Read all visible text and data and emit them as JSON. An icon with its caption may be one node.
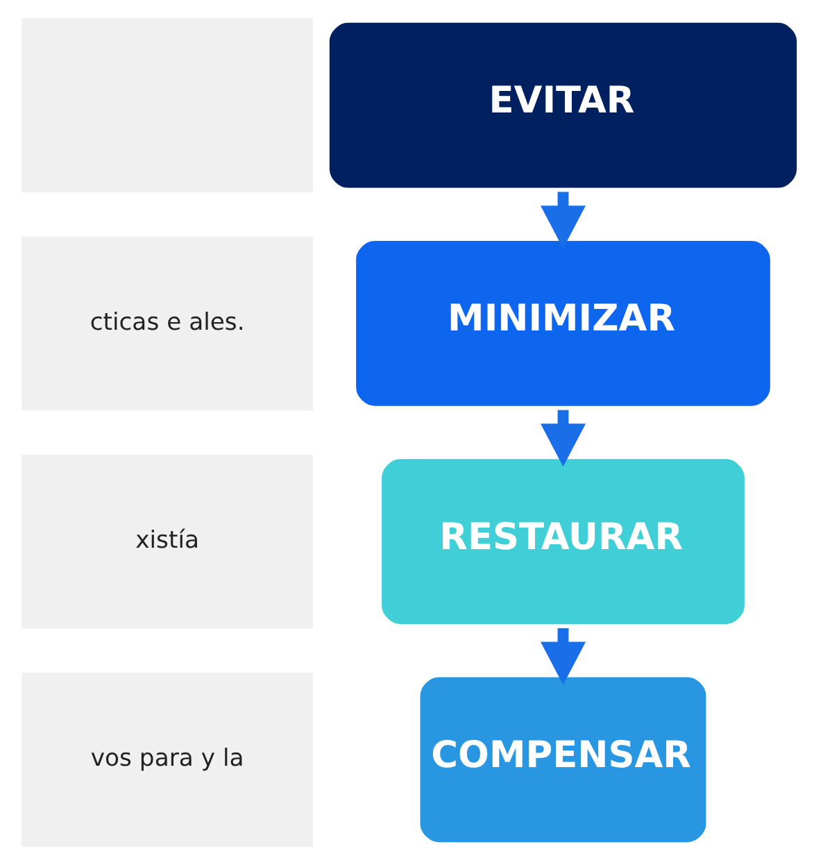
{
  "diagram": {
    "nodes": [
      {
        "text": [],
        "shape": "box"
      },
      {
        "text": [
          "EVITAR"
        ]
      },
      {
        "text": [
          "cticas e ales."
        ]
      },
      {
        "text": [
          "MINIMIZAR"
        ]
      },
      {
        "text": [
          "xistía"
        ]
      },
      {
        "text": [
          "RESTAURAR"
        ]
      },
      {
        "text": [
          "vos para y la"
        ]
      },
      {
        "text": [
          "COMPENSAR"
        ]
      }
    ],
    "edges": [
      {
        "from": 1,
        "to": 3,
        "arrow": "to"
      },
      {
        "from": 3,
        "to": 5,
        "arrow": "to"
      },
      {
        "from": 5,
        "to": 7,
        "arrow": "to"
      }
    ]
  }
}
